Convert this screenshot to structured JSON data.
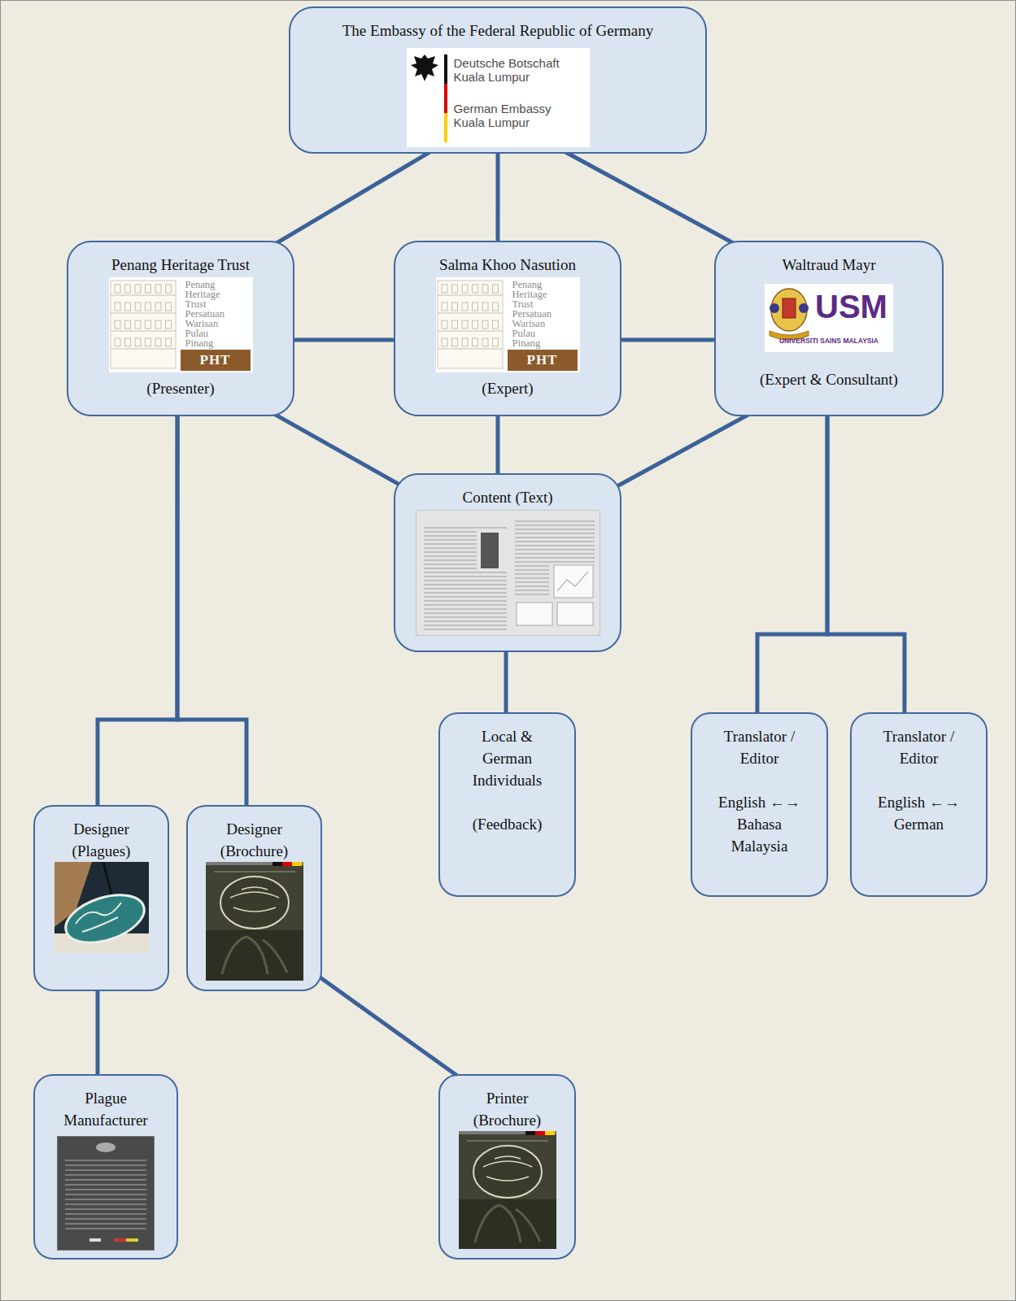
{
  "diagram": {
    "nodes": [
      {
        "text": [
          "The Embassy of the Federal Republic of Germany",
          "Deutsche Botschaft Kuala Lumpur",
          "German Embassy Kuala Lumpur"
        ]
      },
      {
        "text": [
          "Penang Heritage Trust",
          "Penang Heritage Trust Persatuan Warisan Pulau Pinang",
          "PHT",
          "(Presenter)"
        ]
      },
      {
        "text": [
          "Salma Khoo Nasution",
          "Penang Heritage Trust Persatuan Warisan Pulau Pinang",
          "PHT",
          "(Expert)"
        ]
      },
      {
        "text": [
          "Waltraud Mayr",
          "USM",
          "UNIVERSITI SAINS MALAYSIA",
          "(Expert & Consultant)"
        ]
      },
      {
        "text": [
          "Content (Text)"
        ]
      },
      {
        "text": [
          "Local & German Individuals",
          "(Feedback)"
        ]
      },
      {
        "text": [
          "Translator / Editor",
          "English ←→ Bahasa Malaysia"
        ]
      },
      {
        "text": [
          "Translator / Editor",
          "English ←→ German"
        ]
      },
      {
        "text": [
          "Designer (Plagues)"
        ]
      },
      {
        "text": [
          "Designer (Brochure)"
        ]
      },
      {
        "text": [
          "Plague Manufacturer"
        ]
      },
      {
        "text": [
          "Printer (Brochure)"
        ]
      }
    ],
    "edges": [
      {
        "from": 0,
        "to": 1,
        "arrow": "none"
      },
      {
        "from": 0,
        "to": 2,
        "arrow": "none"
      },
      {
        "from": 0,
        "to": 3,
        "arrow": "none"
      },
      {
        "from": 1,
        "to": 2,
        "arrow": "none"
      },
      {
        "from": 2,
        "to": 3,
        "arrow": "none"
      },
      {
        "from": 1,
        "to": 4,
        "arrow": "none"
      },
      {
        "from": 2,
        "to": 4,
        "arrow": "none"
      },
      {
        "from": 3,
        "to": 4,
        "arrow": "none"
      },
      {
        "from": 4,
        "to": 5,
        "arrow": "none"
      },
      {
        "from": 1,
        "to": 8,
        "arrow": "none"
      },
      {
        "from": 1,
        "to": 9,
        "arrow": "none"
      },
      {
        "from": 3,
        "to": 6,
        "arrow": "none"
      },
      {
        "from": 3,
        "to": 7,
        "arrow": "none"
      },
      {
        "from": 8,
        "to": 10,
        "arrow": "none"
      },
      {
        "from": 9,
        "to": 11,
        "arrow": "none"
      }
    ]
  }
}
